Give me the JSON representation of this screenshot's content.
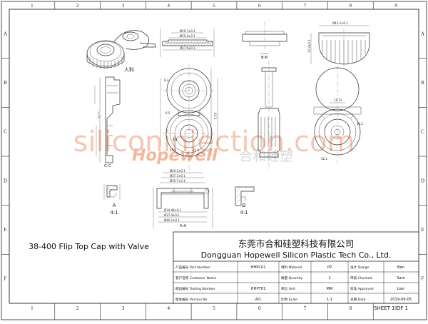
{
  "sheet": {
    "columns": [
      "1",
      "2",
      "3",
      "4",
      "5",
      "6",
      "7",
      "8",
      "9"
    ],
    "rows": [
      "A",
      "B",
      "C",
      "D",
      "E",
      "F"
    ]
  },
  "watermark": {
    "text": "siliconinjection.com",
    "logo_text": "Hopewell",
    "logo_cn": "合和硅塑",
    "color": "#f3a88a"
  },
  "drawing_title": "38-400 Flip Top Cap with Valve",
  "labels": {
    "material_cn": "人料",
    "detail_a": "A",
    "scale_4_1_top": "4:1",
    "detail_b": "B",
    "scale_4_1_b": "4:1",
    "section_b": "B-B",
    "section_a": "A-A",
    "section_c": "C-C"
  },
  "dimensions": {
    "top_view": [
      "Ø29.7±0.1",
      "Ø25.4±0.1",
      "Ø37.9±0.1"
    ],
    "side_view": [
      "Ø42.2±0.1",
      "13.2±0.1"
    ],
    "bottom_view": [
      "Ø40.2±0.1",
      "Ø37.3±0.1",
      "Ø35.7±0.1",
      "Ø34.48±0.1",
      "Ø37.4±0.1",
      "Ø40.2±0.1"
    ],
    "left_view": [
      "8.2",
      "6.5",
      "61.3",
      "8.9",
      "15.7",
      "21.9"
    ],
    "right_view": [
      "11.72",
      "14.2",
      "42.2"
    ]
  },
  "title_block": {
    "company_cn": "东莞市合和硅塑科技有限公司",
    "company_en": "Dongguan Hopewell Silicon Plastic Tech Co., Ltd.",
    "rows": [
      {
        "label_cn": "产品编号",
        "label_en": "Part Number",
        "value": "HHPC01",
        "mid_cn": "材料",
        "mid_en": "Material",
        "mid_value": "PP",
        "right_cn": "设计",
        "right_en": "Dsaign",
        "right_value": "Ben"
      },
      {
        "label_cn": "客户名称",
        "label_en": "Customer Name",
        "value": "",
        "mid_cn": "数量",
        "mid_en": "Quantity",
        "mid_value": "1",
        "right_cn": "审核",
        "right_en": "Checked",
        "right_value": "Sam"
      },
      {
        "label_cn": "模具编号",
        "label_en": "Tooling Number",
        "value": "HHPT01",
        "mid_cn": "单位",
        "mid_en": "Unit",
        "mid_value": "MM",
        "right_cn": "批准",
        "right_en": "Approved",
        "right_value": "Lian"
      },
      {
        "label_cn": "版本编号",
        "label_en": "Version No",
        "value": "A/1",
        "mid_cn": "比例",
        "mid_en": "Scale",
        "mid_value": "1:1",
        "right_cn": "日期",
        "right_en": "Date",
        "right_value": "2019-09-05"
      }
    ],
    "sheet_text": "SHEET 1 OF 1"
  }
}
